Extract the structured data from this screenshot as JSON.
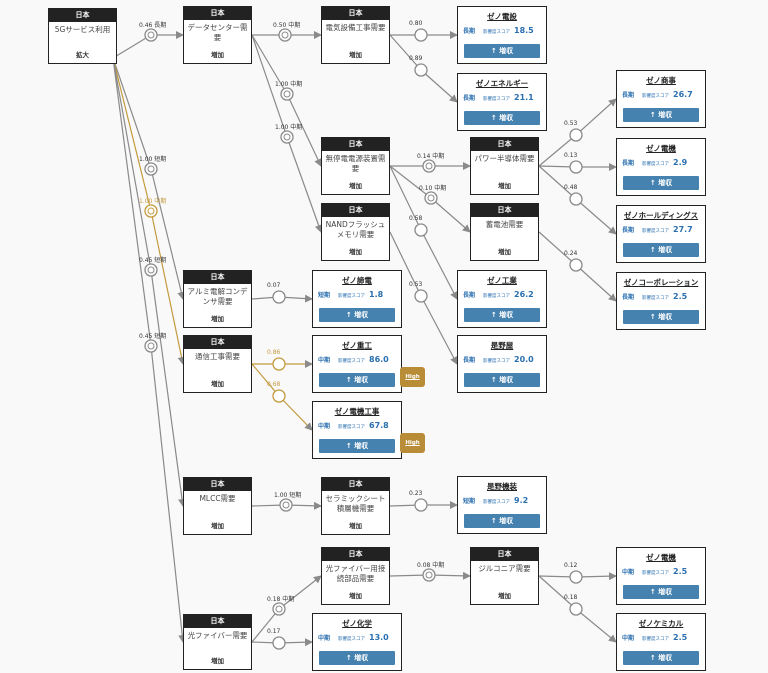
{
  "nodes": [
    {
      "id": "n5g",
      "region": "日本",
      "name": "5Gサービス利用",
      "trend": "拡大"
    },
    {
      "id": "ndc",
      "region": "日本",
      "name": "データセンター需要",
      "trend": "増加"
    },
    {
      "id": "nel",
      "region": "日本",
      "name": "電気設備工事需要",
      "trend": "増加"
    },
    {
      "id": "nwl",
      "region": "日本",
      "name": "無停電電源装置需要",
      "trend": "増加"
    },
    {
      "id": "nnd",
      "region": "日本",
      "name": "NANDフラッシュメモリ需要",
      "trend": "増加"
    },
    {
      "id": "npw",
      "region": "日本",
      "name": "パワー半導体需要",
      "trend": "増加"
    },
    {
      "id": "nbt",
      "region": "日本",
      "name": "蓄電池需要",
      "trend": "増加"
    },
    {
      "id": "nal",
      "region": "日本",
      "name": "アルミ電解コンデンサ需要",
      "trend": "増加"
    },
    {
      "id": "ntc",
      "region": "日本",
      "name": "通信工事需要",
      "trend": "増加"
    },
    {
      "id": "nml",
      "region": "日本",
      "name": "MLCC需要",
      "trend": "増加"
    },
    {
      "id": "ncs",
      "region": "日本",
      "name": "セラミックシート積層機需要",
      "trend": "増加"
    },
    {
      "id": "nfo",
      "region": "日本",
      "name": "光ファイバー用接続部品需要",
      "trend": "増加"
    },
    {
      "id": "nzr",
      "region": "日本",
      "name": "ジルコニア需要",
      "trend": "増加"
    },
    {
      "id": "nfb",
      "region": "日本",
      "name": "光ファイバー需要",
      "trend": "増加"
    }
  ],
  "companies": [
    {
      "id": "c1",
      "name": "ゼノ電設",
      "term": "長期",
      "score_label": "影響度スコア",
      "score": "18.5",
      "action": "↑ 増収"
    },
    {
      "id": "c2",
      "name": "ゼノエネルギー",
      "term": "長期",
      "score_label": "影響度スコア",
      "score": "21.1",
      "action": "↑ 増収"
    },
    {
      "id": "c3",
      "name": "ゼノ商事",
      "term": "長期",
      "score_label": "影響度スコア",
      "score": "26.7",
      "action": "↑ 増収"
    },
    {
      "id": "c4",
      "name": "ゼノ電機",
      "term": "長期",
      "score_label": "影響度スコア",
      "score": "2.9",
      "action": "↑ 増収"
    },
    {
      "id": "c5",
      "name": "ゼノホールディングス",
      "term": "長期",
      "score_label": "影響度スコア",
      "score": "27.7",
      "action": "↑ 増収"
    },
    {
      "id": "c6",
      "name": "ゼノコーポレーション",
      "term": "長期",
      "score_label": "影響度スコア",
      "score": "2.5",
      "action": "↑ 増収"
    },
    {
      "id": "c7",
      "name": "ゼノ工業",
      "term": "長期",
      "score_label": "影響度スコア",
      "score": "26.2",
      "action": "↑ 増収"
    },
    {
      "id": "c8",
      "name": "是野屋",
      "term": "長期",
      "score_label": "影響度スコア",
      "score": "20.0",
      "action": "↑ 増収"
    },
    {
      "id": "c9",
      "name": "ゼノ諦電",
      "term": "短期",
      "score_label": "影響度スコア",
      "score": "1.8",
      "action": "↑ 増収"
    },
    {
      "id": "c10",
      "name": "ゼノ重工",
      "term": "中期",
      "score_label": "影響度スコア",
      "score": "86.0",
      "action": "↑ 増収"
    },
    {
      "id": "c11",
      "name": "ゼノ電機工事",
      "term": "中期",
      "score_label": "影響度スコア",
      "score": "67.8",
      "action": "↑ 増収"
    },
    {
      "id": "c12",
      "name": "是野機装",
      "term": "短期",
      "score_label": "影響度スコア",
      "score": "9.2",
      "action": "↑ 増収"
    },
    {
      "id": "c13",
      "name": "ゼノ電機",
      "term": "中期",
      "score_label": "影響度スコア",
      "score": "2.5",
      "action": "↑ 増収"
    },
    {
      "id": "c14",
      "name": "ゼノケミカル",
      "term": "中期",
      "score_label": "影響度スコア",
      "score": "2.5",
      "action": "↑ 増収"
    },
    {
      "id": "c15",
      "name": "ゼノ化学",
      "term": "中期",
      "score_label": "影響度スコア",
      "score": "13.0",
      "action": "↑ 増収"
    }
  ],
  "edges": [
    {
      "from": "n5g",
      "to": "ndc",
      "label": "0.46 長期",
      "hl": false
    },
    {
      "from": "n5g",
      "to": "nal",
      "label": "1.00 短期",
      "hl": false
    },
    {
      "from": "n5g",
      "to": "ntc",
      "label": "1.00 中期",
      "hl": true
    },
    {
      "from": "n5g",
      "to": "nml",
      "label": "0.45 短期",
      "hl": false
    },
    {
      "from": "n5g",
      "to": "nfb",
      "label": "0.45 短期",
      "hl": false
    },
    {
      "from": "ndc",
      "to": "nel",
      "label": "0.50 中期",
      "hl": false
    },
    {
      "from": "ndc",
      "to": "nwl",
      "label": "1.00 中期",
      "hl": false
    },
    {
      "from": "ndc",
      "to": "nnd",
      "label": "1.00 中期",
      "hl": false
    },
    {
      "from": "nel",
      "to": "c1",
      "label": "0.80",
      "hl": false
    },
    {
      "from": "nel",
      "to": "c2",
      "label": "0.89",
      "hl": false
    },
    {
      "from": "nwl",
      "to": "npw",
      "label": "0.14 中期",
      "hl": false
    },
    {
      "from": "nwl",
      "to": "nbt",
      "label": "0.10 中期",
      "hl": false
    },
    {
      "from": "nwl",
      "to": "c7",
      "label": "0.58",
      "hl": false
    },
    {
      "from": "nnd",
      "to": "c8",
      "label": "0.53",
      "hl": false
    },
    {
      "from": "npw",
      "to": "c3",
      "label": "0.53",
      "hl": false
    },
    {
      "from": "npw",
      "to": "c4",
      "label": "0.13",
      "hl": false
    },
    {
      "from": "npw",
      "to": "c5",
      "label": "0.48",
      "hl": false
    },
    {
      "from": "nbt",
      "to": "c6",
      "label": "0.24",
      "hl": false
    },
    {
      "from": "nal",
      "to": "c9",
      "label": "0.07",
      "hl": false
    },
    {
      "from": "ntc",
      "to": "c10",
      "label": "0.86",
      "hl": true
    },
    {
      "from": "ntc",
      "to": "c11",
      "label": "0.68",
      "hl": true
    },
    {
      "from": "nml",
      "to": "ncs",
      "label": "1.00 短期",
      "hl": false
    },
    {
      "from": "ncs",
      "to": "c12",
      "label": "0.23",
      "hl": false
    },
    {
      "from": "nfb",
      "to": "nfo",
      "label": "0.18 中期",
      "hl": false
    },
    {
      "from": "nfb",
      "to": "c15",
      "label": "0.17",
      "hl": false
    },
    {
      "from": "nfo",
      "to": "nzr",
      "label": "0.08 中期",
      "hl": false
    },
    {
      "from": "nzr",
      "to": "c13",
      "label": "0.12",
      "hl": false
    },
    {
      "from": "nzr",
      "to": "c14",
      "label": "0.18",
      "hl": false
    }
  ],
  "badges": [
    {
      "target": "c10",
      "label": "High"
    },
    {
      "target": "c11",
      "label": "High"
    }
  ],
  "colors": {
    "edge": "#8a8a8a",
    "highlight": "#c39b3e",
    "button": "#4682b0",
    "header": "#222222"
  }
}
